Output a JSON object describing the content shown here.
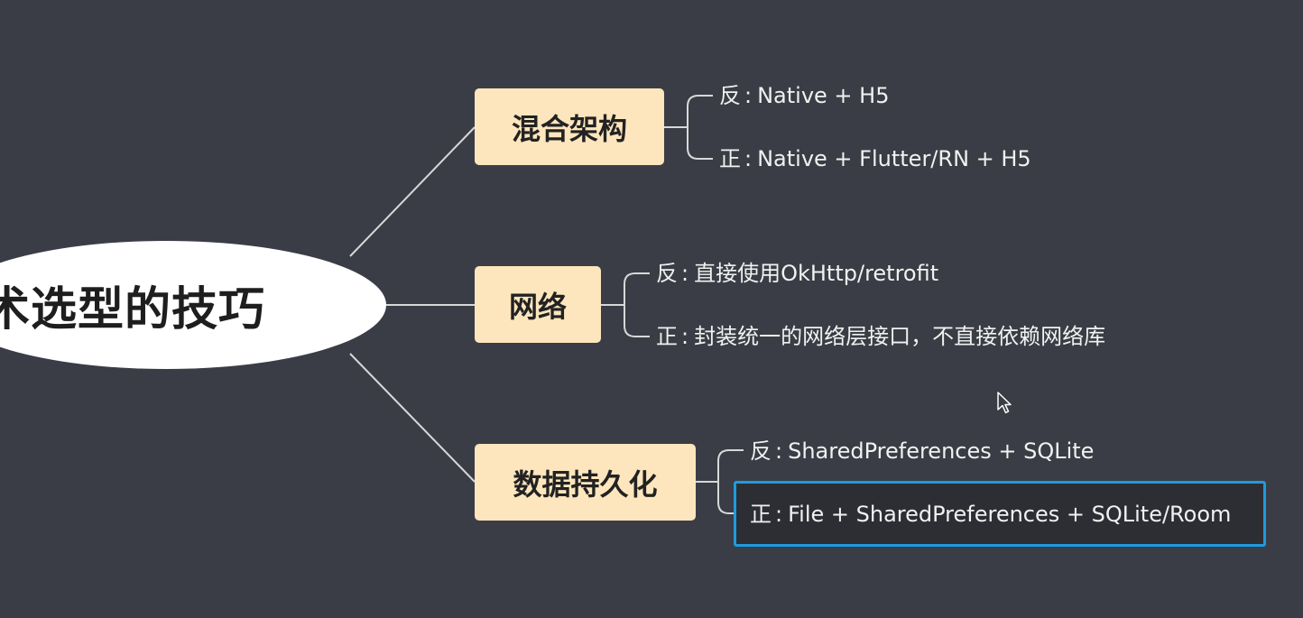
{
  "root": {
    "label": "技术选型的技巧"
  },
  "branches": [
    {
      "label": "混合架构",
      "items": [
        {
          "prefix": "反",
          "text": "Native + H5"
        },
        {
          "prefix": "正",
          "text": "Native + Flutter/RN + H5"
        }
      ]
    },
    {
      "label": "网络",
      "items": [
        {
          "prefix": "反",
          "text": "直接使用OkHttp/retrofit"
        },
        {
          "prefix": "正",
          "text": "封装统一的网络层接口，不直接依赖网络库"
        }
      ]
    },
    {
      "label": "数据持久化",
      "items": [
        {
          "prefix": "反",
          "text": "SharedPreferences + SQLite"
        },
        {
          "prefix": "正",
          "text": "File + SharedPreferences + SQLite/Room"
        }
      ]
    }
  ],
  "separator": ":",
  "selected": {
    "branch": 2,
    "item": 1
  },
  "colors": {
    "background": "#3a3d45",
    "root": "#ffffff",
    "branch": "#fde6bd",
    "line": "#d8d8d8",
    "selection": "#1e9be0"
  }
}
